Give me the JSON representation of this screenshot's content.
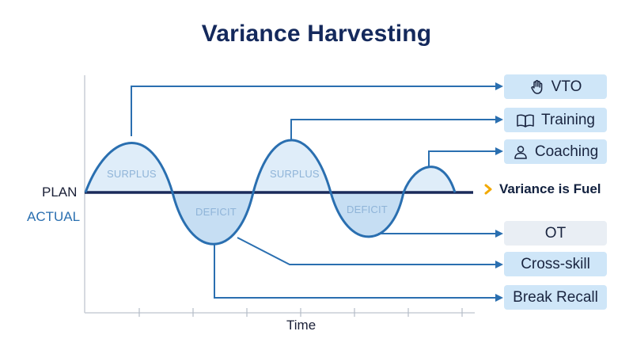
{
  "title": "Variance Harvesting",
  "labels": {
    "plan": "PLAN",
    "actual": "ACTUAL",
    "time": "Time",
    "fuel": "Variance is Fuel"
  },
  "regions": {
    "surplus_1": "SURPLUS",
    "surplus_2": "SURPLUS",
    "deficit_1": "DEFICIT",
    "deficit_2": "DEFICIT"
  },
  "surplus_actions": [
    {
      "label": "VTO",
      "icon": "hand-icon"
    },
    {
      "label": "Training",
      "icon": "book-icon"
    },
    {
      "label": "Coaching",
      "icon": "person-icon"
    }
  ],
  "deficit_actions": [
    {
      "label": "OT"
    },
    {
      "label": "Cross-skill"
    },
    {
      "label": "Break Recall"
    }
  ],
  "colors": {
    "title": "#14295c",
    "wave": "#2a6fb0",
    "plan_line": "#1a2a5a",
    "surplus_box": "#cfe6f8",
    "deficit_box": "#e9eef4",
    "chevron": "#f2a900"
  }
}
